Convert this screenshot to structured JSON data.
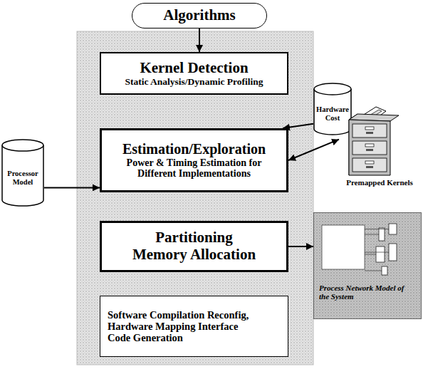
{
  "diagram": {
    "nodes": [
      {
        "text": [
          "Algorithms"
        ]
      },
      {
        "text": [
          "Kernel Detection",
          "Static Analysis/Dynamic Profiling"
        ]
      },
      {
        "text": [
          "Hardware Cost"
        ]
      },
      {
        "text": [
          "Processor Model"
        ]
      },
      {
        "text": [
          "Estimation/Exploration",
          "Power & Timing Estimation for Different Implementations"
        ]
      },
      {
        "text": [
          "Premapped Kernels"
        ]
      },
      {
        "text": [
          "Partitioning Memory Allocation"
        ]
      },
      {
        "text": [
          "Process Network Model of the System"
        ]
      },
      {
        "text": [
          "Software Compilation Reconfig, Hardware Mapping Interface Code Generation"
        ]
      }
    ],
    "edges": [
      {
        "from": 0,
        "to": 1,
        "arrow": "to"
      },
      {
        "from": 3,
        "to": 4,
        "arrow": "to"
      },
      {
        "from": 2,
        "to": 4,
        "arrow": "to"
      },
      {
        "from": 4,
        "to": 5,
        "arrow": "both"
      },
      {
        "from": 6,
        "to": 7,
        "arrow": "to"
      }
    ]
  }
}
